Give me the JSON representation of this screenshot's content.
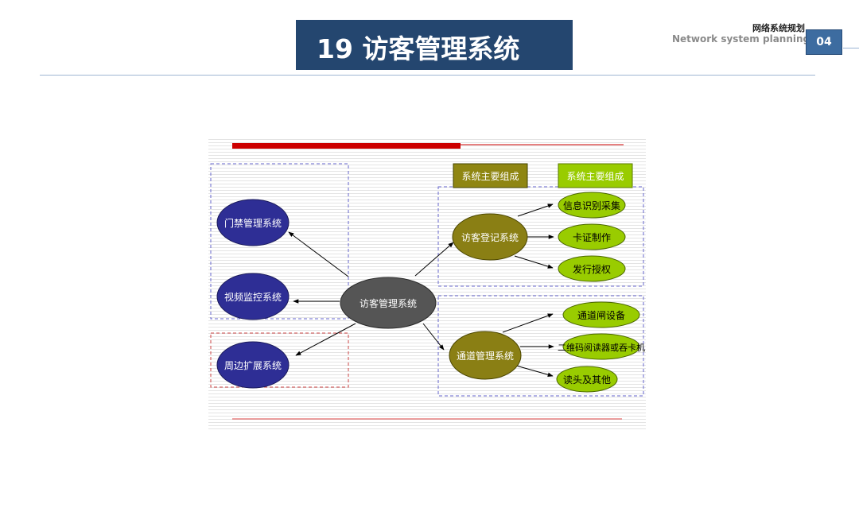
{
  "slide": {
    "title": "19 访客管理系统",
    "header_cn": "网络系统规划",
    "header_en": "Network system planning",
    "page_number": "04"
  },
  "diagram": {
    "legend_tags": [
      "系统主要组成",
      "系统主要组成"
    ],
    "center": "访客管理系统",
    "left_nodes": [
      "门禁管理系统",
      "视频监控系统",
      "周边扩展系统"
    ],
    "right_groups": [
      {
        "name": "访客登记系统",
        "items": [
          "信息识别采集",
          "卡证制作",
          "发行授权"
        ]
      },
      {
        "name": "通道管理系统",
        "items": [
          "通道闸设备",
          "二维码阅读器或吞卡机",
          "读头及其他"
        ]
      }
    ],
    "colors": {
      "center": "#555555",
      "left_node": "#2e2e95",
      "group_node": "#8a7f14",
      "leaf_node": "#99cc00",
      "tag_dark": "#8f8612",
      "tag_light": "#99cc00",
      "accent_red": "#cc0000"
    }
  }
}
